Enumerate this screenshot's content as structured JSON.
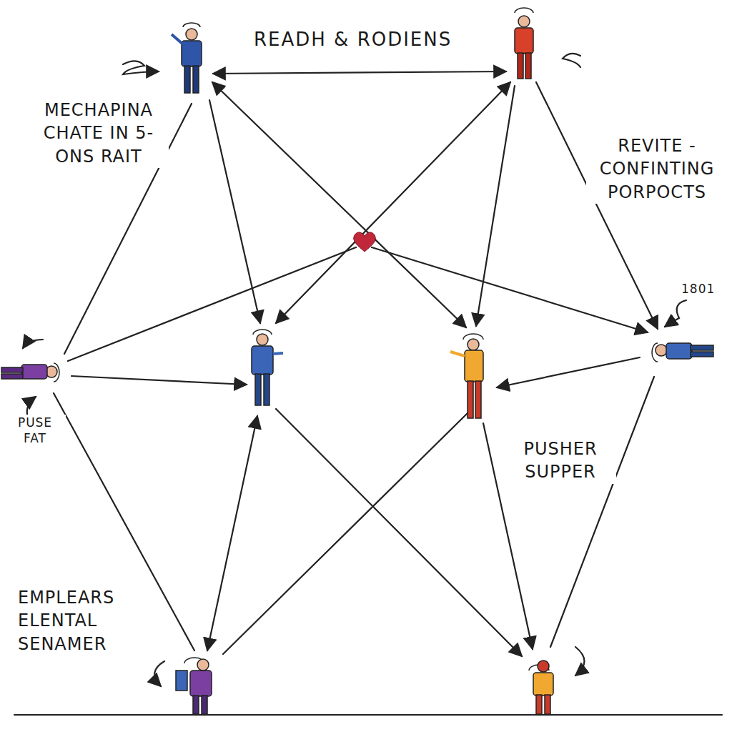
{
  "diagram": {
    "title": "READH & RODIENS",
    "labels": [
      "MECHAPINA CHATE IN 5-ONS RAIT",
      "REVITE - CONFINTING PORPOCTS",
      "1801",
      "PUSE FAT",
      "PUSHER SUPPER",
      "EMPLEARS ELENTAL SENAMER"
    ]
  }
}
